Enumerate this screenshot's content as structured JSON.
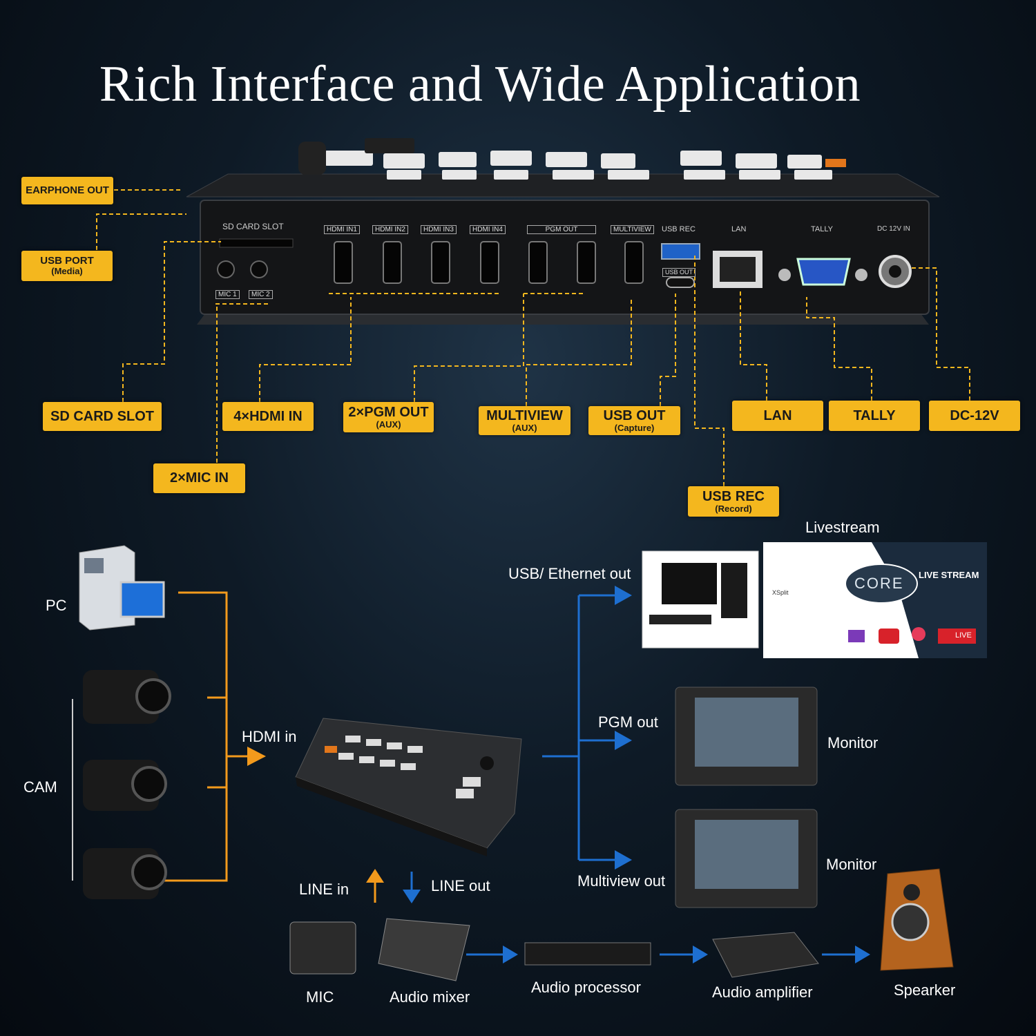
{
  "title": "Rich Interface and Wide Application",
  "panel": {
    "sd_card_slot": "SD CARD SLOT",
    "hdmi_in": [
      "HDMI IN1",
      "HDMI IN2",
      "HDMI IN3",
      "HDMI IN4"
    ],
    "pgm_out": "PGM OUT",
    "multiview": "MULTIVIEW",
    "usb_rec": "USB REC",
    "usb_out": "USB OUT",
    "lan": "LAN",
    "tally": "TALLY",
    "dc": "DC 12V IN",
    "mic": [
      "MIC 1",
      "MIC 2"
    ]
  },
  "tags": {
    "earphone_out": "EARPHONE OUT",
    "usb_port": "USB PORT",
    "usb_port_sub": "(Media)",
    "sd_card_slot": "SD CARD SLOT",
    "hdmi_in": "4×HDMI IN",
    "pgm_out": "2×PGM OUT",
    "pgm_out_sub": "(AUX)",
    "multiview": "MULTIVIEW",
    "multiview_sub": "(AUX)",
    "usb_out": "USB OUT",
    "usb_out_sub": "(Capture)",
    "lan": "LAN",
    "tally": "TALLY",
    "dc": "DC-12V",
    "mic_in": "2×MIC IN",
    "usb_rec": "USB REC",
    "usb_rec_sub": "(Record)"
  },
  "flow": {
    "pc": "PC",
    "cam": "CAM",
    "hdmi_in": "HDMI in",
    "usb_ethernet_out": "USB/ Ethernet out",
    "livestream": "Livestream",
    "pgm_out": "PGM out",
    "monitor_1": "Monitor",
    "multiview_out": "Multiview out",
    "monitor_2": "Monitor",
    "line_in": "LINE in",
    "line_out": "LINE out",
    "mic": "MIC",
    "audio_mixer": "Audio mixer",
    "audio_processor": "Audio processor",
    "audio_amplifier": "Audio amplifier",
    "speaker": "Spearker"
  },
  "stream_card": {
    "core": "CORE",
    "live_stream": "LIVE STREAM",
    "live": "LIVE",
    "xsplit": "XSplit"
  },
  "colors": {
    "accent": "#f4b71e",
    "orange_line": "#f39a1c",
    "blue_line": "#1e6fd0"
  }
}
